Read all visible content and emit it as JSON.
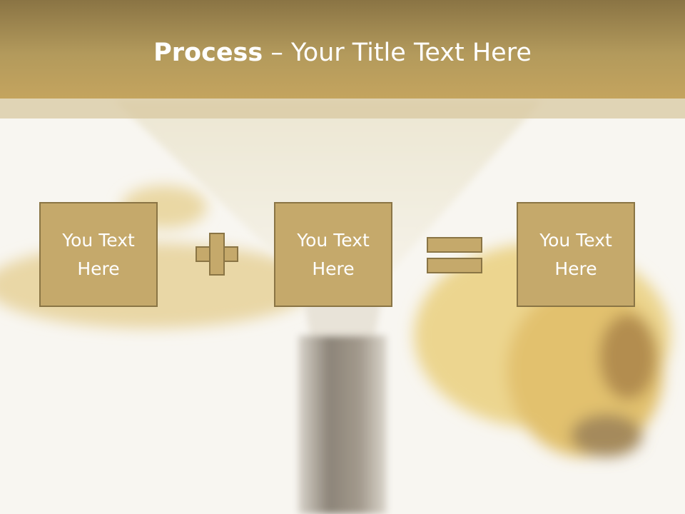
{
  "slide": {
    "title_bold": "Process",
    "title_rest": " – Your Title Text Here"
  },
  "process": {
    "boxes": [
      {
        "line1": "You Text",
        "line2": "Here"
      },
      {
        "line1": "You Text",
        "line2": "Here"
      },
      {
        "line1": "You Text",
        "line2": "Here"
      }
    ],
    "operators": [
      "plus",
      "equals"
    ]
  },
  "colors": {
    "accent": "#c5a96b",
    "border": "#8a7545",
    "header_dark": "#8a7444",
    "header_light": "#c4a45e"
  },
  "icons": [
    "plus-icon",
    "equals-icon"
  ]
}
